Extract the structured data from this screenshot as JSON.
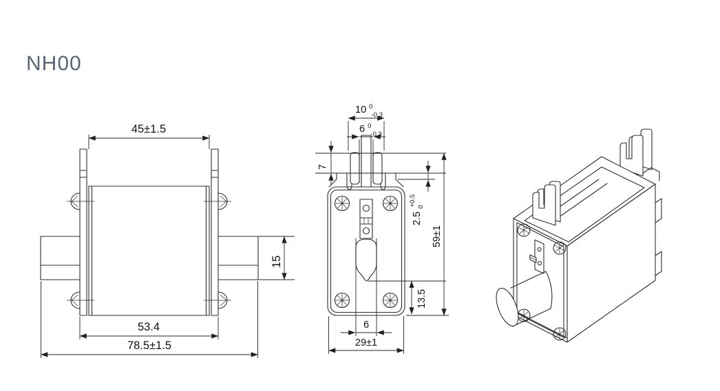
{
  "title": "NH00",
  "colors": {
    "line": "#2d2d2d",
    "dimension": "#222222",
    "title_text": "#5b6673",
    "background": "#ffffff"
  },
  "front_view": {
    "dims": {
      "width_top": "45±1.5",
      "blade_height": "15",
      "body_width": "53.4",
      "overall_width": "78.5±1.5"
    }
  },
  "side_view": {
    "dims": {
      "tab_outer_width": "10",
      "tab_outer_sup": "0",
      "tab_outer_sub": "-0.3",
      "tab_slot_width": "6",
      "tab_slot_sup": "0",
      "tab_slot_sub": "-0.3",
      "tab_height": "7",
      "step_height": "2.5",
      "step_sub": "0",
      "step_sup": "+0.5",
      "overall_height": "59±1",
      "indicator_to_bottom": "13.5",
      "indicator_width": "6",
      "body_width": "29±1"
    }
  }
}
